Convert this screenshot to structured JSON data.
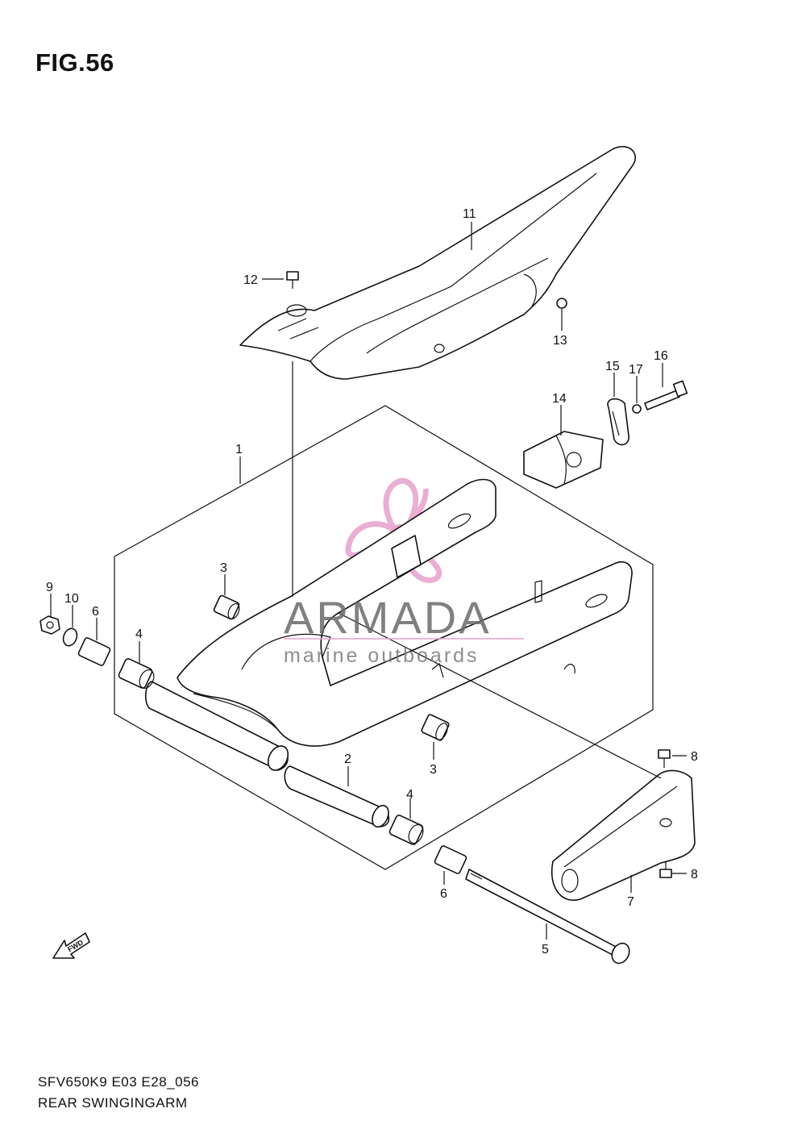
{
  "figure": {
    "title": "FIG.56"
  },
  "watermark": {
    "name": "ARMADA",
    "tagline": "marine outboards",
    "colors": {
      "logo": "#e8a7cf",
      "text": "#6a6a6a"
    }
  },
  "fwd_arrow": {
    "label": "FWD"
  },
  "callouts": [
    "1",
    "2",
    "3",
    "3",
    "4",
    "4",
    "5",
    "6",
    "6",
    "7",
    "8",
    "8",
    "9",
    "10",
    "11",
    "12",
    "13",
    "14",
    "15",
    "16",
    "17"
  ],
  "footer": {
    "model_code": "SFV650K9 E03 E28_056",
    "description": "REAR SWINGINGARM"
  }
}
